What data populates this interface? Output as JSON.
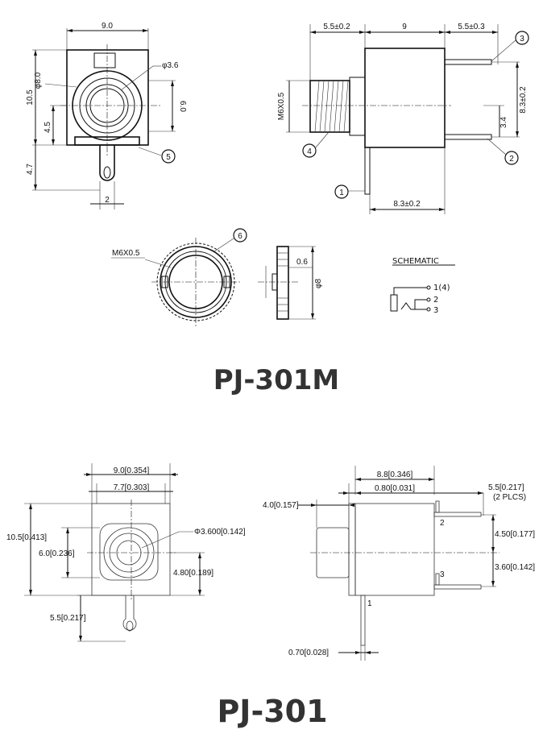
{
  "top_model": {
    "title": "PJ-301M",
    "front_view": {
      "width": "9.0",
      "outer_dia": "φ8.0",
      "hole_dia": "φ3.6",
      "height": "10.5",
      "center_height": "6.0",
      "lower_height": "4.5",
      "pin_length": "4.7",
      "pin_width": "2",
      "callout": "5"
    },
    "side_view": {
      "left_len": "5.5±0.2",
      "body_len": "9",
      "right_len": "5.5±0.3",
      "thread": "M6X0.5",
      "pin_span": "8.3±0.2",
      "pin_offset": "3.4",
      "bottom_span": "8.3±0.2",
      "callouts": [
        "1",
        "2",
        "3",
        "4"
      ]
    },
    "nut_view": {
      "thread": "M6X0.5",
      "callout": "6",
      "thickness": "0.6",
      "dia": "φ8"
    },
    "schematic": {
      "heading": "SCHEMATIC",
      "pins": [
        "1(4)",
        "2",
        "3"
      ]
    }
  },
  "bottom_model": {
    "title": "PJ-301",
    "front_view": {
      "width": "9.0[0.354]",
      "inner_width": "7.7[0.303]",
      "hole_dia": "Φ3.600[0.142]",
      "height": "10.5[0.413]",
      "center_height": "6.0[0.236]",
      "lower_height": "4.80[0.189]",
      "pin_len": "5.5[0.217]"
    },
    "side_view": {
      "body_len": "8.8[0.346]",
      "flange": "0.80[0.031]",
      "nose": "4.0[0.157]",
      "pin_len": "5.5[0.217]",
      "pin_len_note": "(2 PLCS)",
      "pin_gap": "4.50[0.177]",
      "pin_low": "3.60[0.142]",
      "pin_width": "0.70[0.028]",
      "pin_labels": [
        "1",
        "2",
        "3"
      ]
    }
  }
}
